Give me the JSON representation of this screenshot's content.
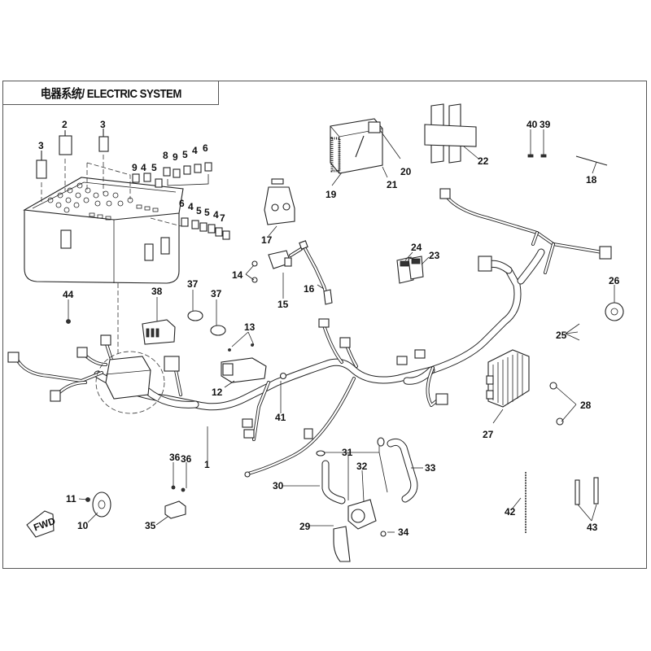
{
  "diagram": {
    "title": "电器系统/ ELECTRIC SYSTEM",
    "direction_marker": "FWD",
    "callouts": [
      {
        "id": "c1",
        "label": "1",
        "part": "main-wire-harness"
      },
      {
        "id": "c2",
        "label": "2",
        "part": "flasher-relay"
      },
      {
        "id": "c3a",
        "label": "3",
        "part": "relay"
      },
      {
        "id": "c3b",
        "label": "3",
        "part": "relay"
      },
      {
        "id": "c4a",
        "label": "4",
        "part": "fuse"
      },
      {
        "id": "c4b",
        "label": "4",
        "part": "fuse"
      },
      {
        "id": "c4c",
        "label": "4",
        "part": "fuse"
      },
      {
        "id": "c4d",
        "label": "4",
        "part": "fuse"
      },
      {
        "id": "c5a",
        "label": "5",
        "part": "fuse"
      },
      {
        "id": "c5b",
        "label": "5",
        "part": "fuse"
      },
      {
        "id": "c5c",
        "label": "5",
        "part": "fuse"
      },
      {
        "id": "c5d",
        "label": "5",
        "part": "fuse"
      },
      {
        "id": "c6a",
        "label": "6",
        "part": "fuse"
      },
      {
        "id": "c6b",
        "label": "6",
        "part": "fuse"
      },
      {
        "id": "c7",
        "label": "7",
        "part": "fuse"
      },
      {
        "id": "c8",
        "label": "8",
        "part": "fuse"
      },
      {
        "id": "c9a",
        "label": "9",
        "part": "fuse"
      },
      {
        "id": "c9b",
        "label": "9",
        "part": "fuse"
      },
      {
        "id": "c10",
        "label": "10",
        "part": "horn"
      },
      {
        "id": "c11",
        "label": "11",
        "part": "horn-bolt"
      },
      {
        "id": "c12",
        "label": "12",
        "part": "ecu-module"
      },
      {
        "id": "c13",
        "label": "13",
        "part": "module-screws"
      },
      {
        "id": "c14",
        "label": "14",
        "part": "coil-bolts"
      },
      {
        "id": "c15",
        "label": "15",
        "part": "ignition-coil"
      },
      {
        "id": "c16",
        "label": "16",
        "part": "spark-plug-cap"
      },
      {
        "id": "c17",
        "label": "17",
        "part": "starter-relay"
      },
      {
        "id": "c18",
        "label": "18",
        "part": "cable-tie"
      },
      {
        "id": "c19",
        "label": "19",
        "part": "battery"
      },
      {
        "id": "c20",
        "label": "20",
        "part": "battery-cable-positive"
      },
      {
        "id": "c21",
        "label": "21",
        "part": "battery-cable-negative"
      },
      {
        "id": "c22",
        "label": "22",
        "part": "battery-holder"
      },
      {
        "id": "c23",
        "label": "23",
        "part": "connector"
      },
      {
        "id": "c24",
        "label": "24",
        "part": "connector"
      },
      {
        "id": "c25",
        "label": "25",
        "part": "sensor-screws"
      },
      {
        "id": "c26",
        "label": "26",
        "part": "sensor"
      },
      {
        "id": "c27",
        "label": "27",
        "part": "voltage-regulator"
      },
      {
        "id": "c28",
        "label": "28",
        "part": "regulator-bolts"
      },
      {
        "id": "c29",
        "label": "29",
        "part": "pump-bracket"
      },
      {
        "id": "c30",
        "label": "30",
        "part": "hose"
      },
      {
        "id": "c31",
        "label": "31",
        "part": "hose-clamps"
      },
      {
        "id": "c32",
        "label": "32",
        "part": "electric-pump"
      },
      {
        "id": "c33",
        "label": "33",
        "part": "hose"
      },
      {
        "id": "c34",
        "label": "34",
        "part": "bolt"
      },
      {
        "id": "c35",
        "label": "35",
        "part": "relay-block"
      },
      {
        "id": "c36a",
        "label": "36",
        "part": "screw"
      },
      {
        "id": "c36b",
        "label": "36",
        "part": "screw"
      },
      {
        "id": "c37a",
        "label": "37",
        "part": "band-clamp"
      },
      {
        "id": "c37b",
        "label": "37",
        "part": "band-clamp"
      },
      {
        "id": "c38",
        "label": "38",
        "part": "connector-block"
      },
      {
        "id": "c39",
        "label": "39",
        "part": "clip"
      },
      {
        "id": "c40",
        "label": "40",
        "part": "clip"
      },
      {
        "id": "c41",
        "label": "41",
        "part": "harness-clip"
      },
      {
        "id": "c42",
        "label": "42",
        "part": "cable-tie-long"
      },
      {
        "id": "c43",
        "label": "43",
        "part": "cable-sleeves"
      },
      {
        "id": "c44",
        "label": "44",
        "part": "screw"
      }
    ]
  }
}
